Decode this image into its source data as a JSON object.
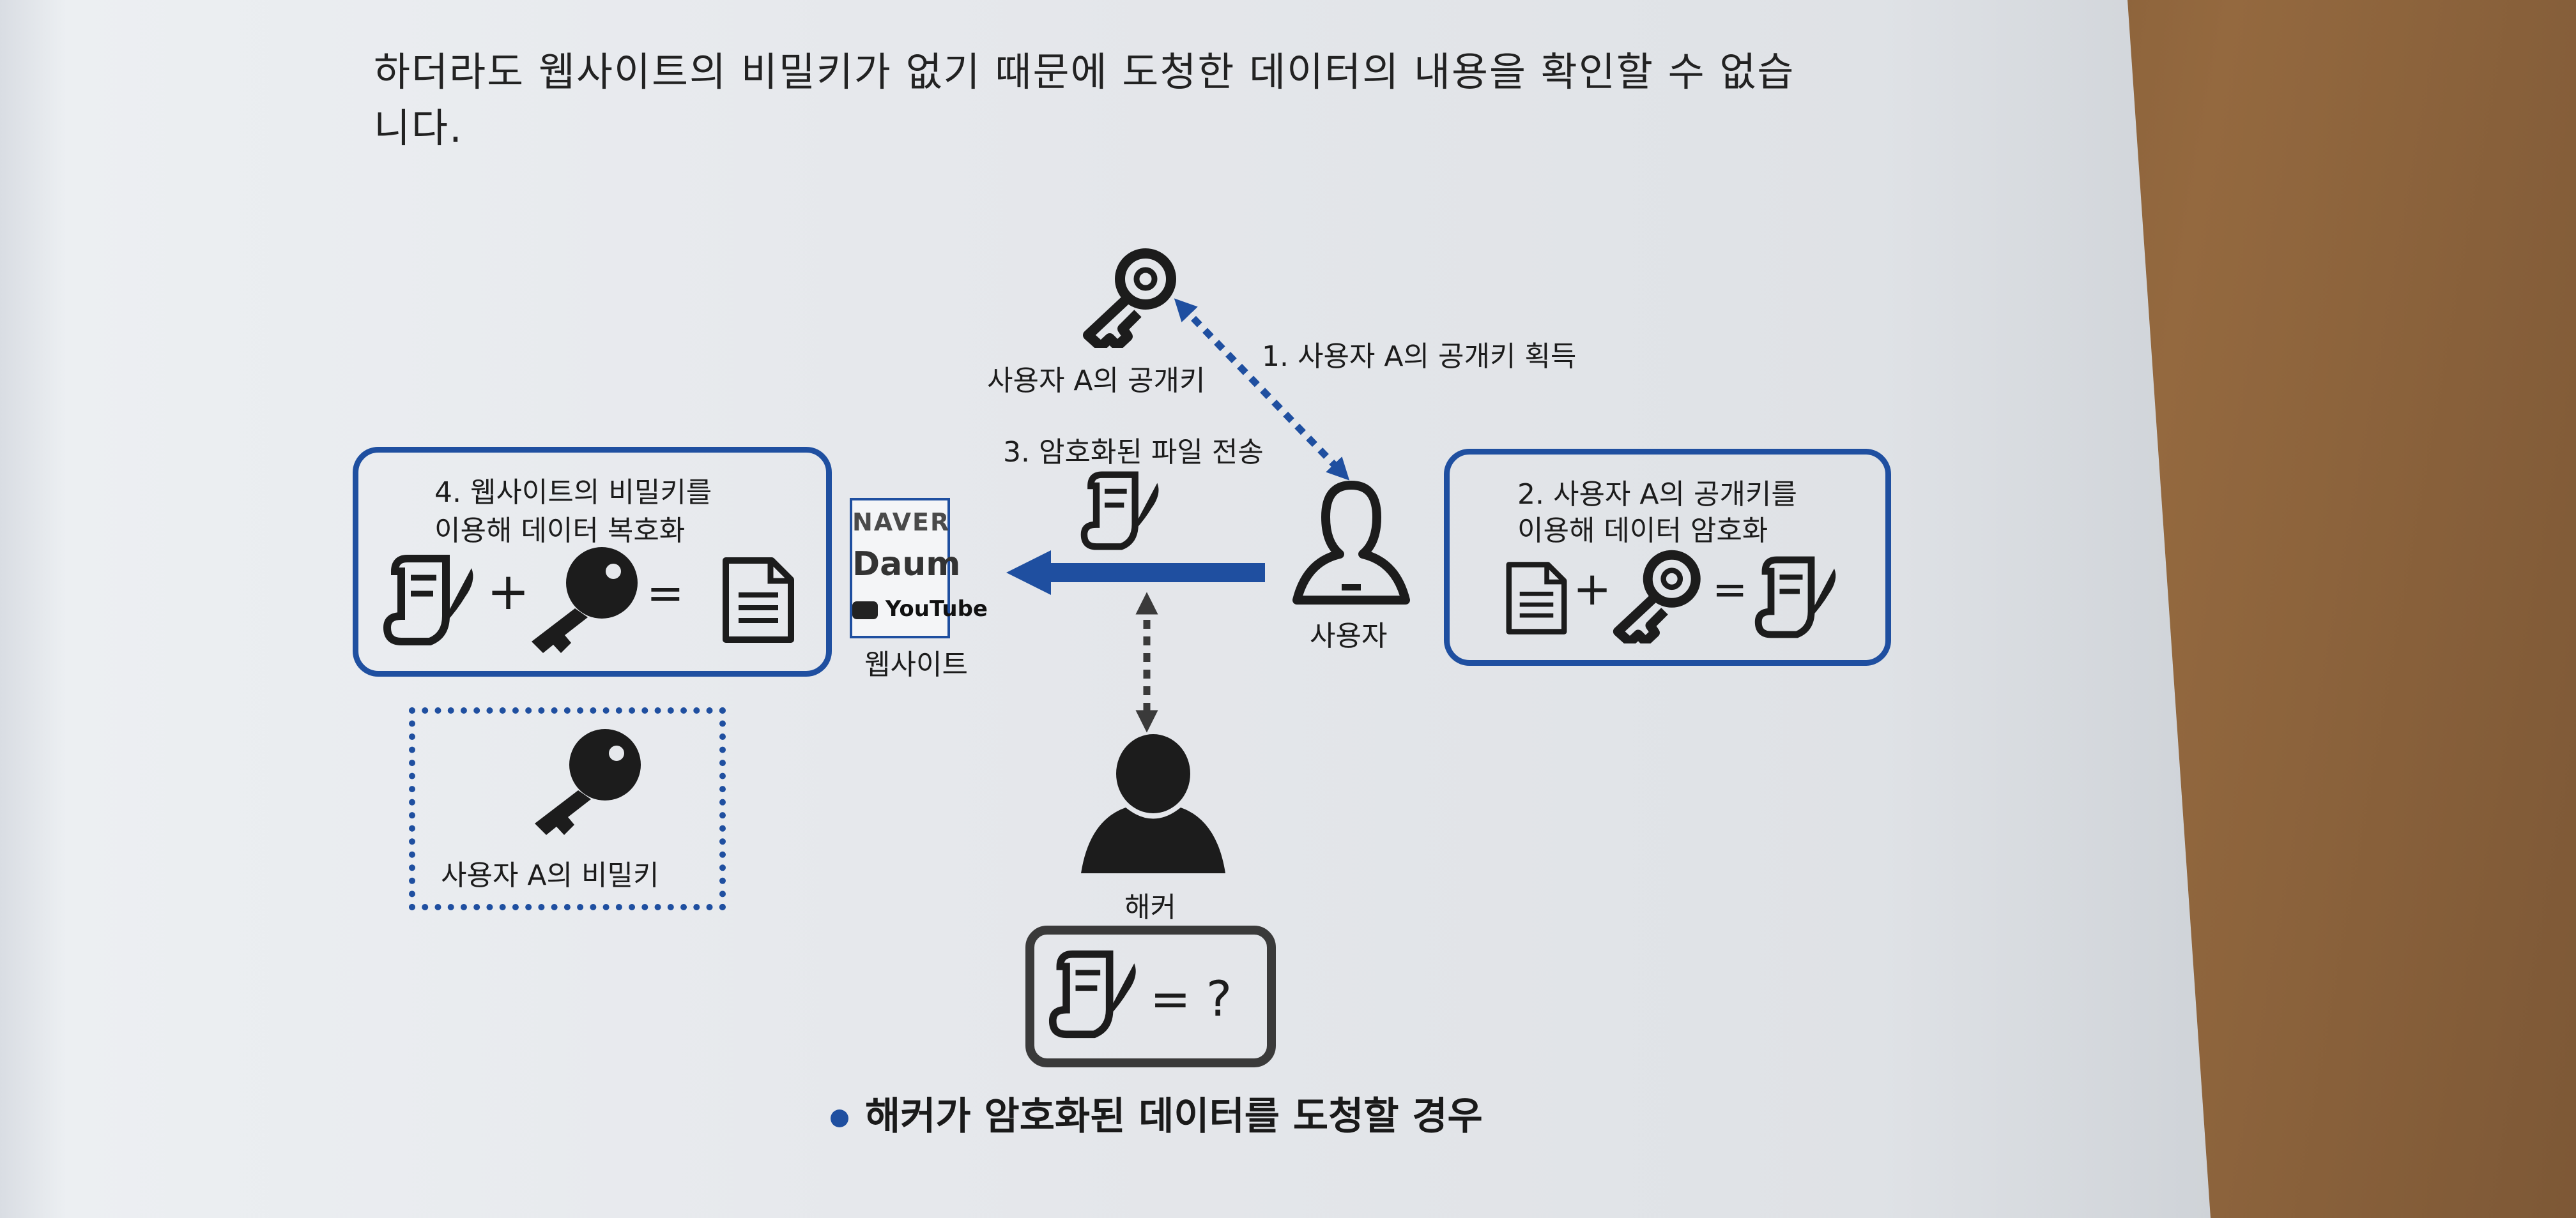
{
  "text": {
    "para_line1": "하더라도 웹사이트의 비밀키가 없기 때문에 도청한 데이터의 내용을 확인할 수 없습",
    "para_line2": "니다."
  },
  "diagram": {
    "public_key_label": "사용자 A의 공개키",
    "step1": "1. 사용자 A의 공개키 획득",
    "step3": "3. 암호화된 파일 전송",
    "step4_line1": "4. 웹사이트의 비밀키를",
    "step4_line2": "이용해 데이터 복호화",
    "step2_line1": "2. 사용자 A의 공개키를",
    "step2_line2": "이용해 데이터 암호화",
    "website_label": "웹사이트",
    "user_label": "사용자",
    "hacker_label": "해커",
    "private_key_label": "사용자 A의 비밀키",
    "plus": "+",
    "equals": "=",
    "question": "= ?",
    "logo_naver": "NAVER",
    "logo_daum": "Daum",
    "logo_youtube": "YouTube"
  },
  "caption": "해커가 암호화된 데이터를 도청할 경우",
  "colors": {
    "accent": "#1f4fa0",
    "icon": "#1c1c1c",
    "frame": "#3a3a3a"
  }
}
